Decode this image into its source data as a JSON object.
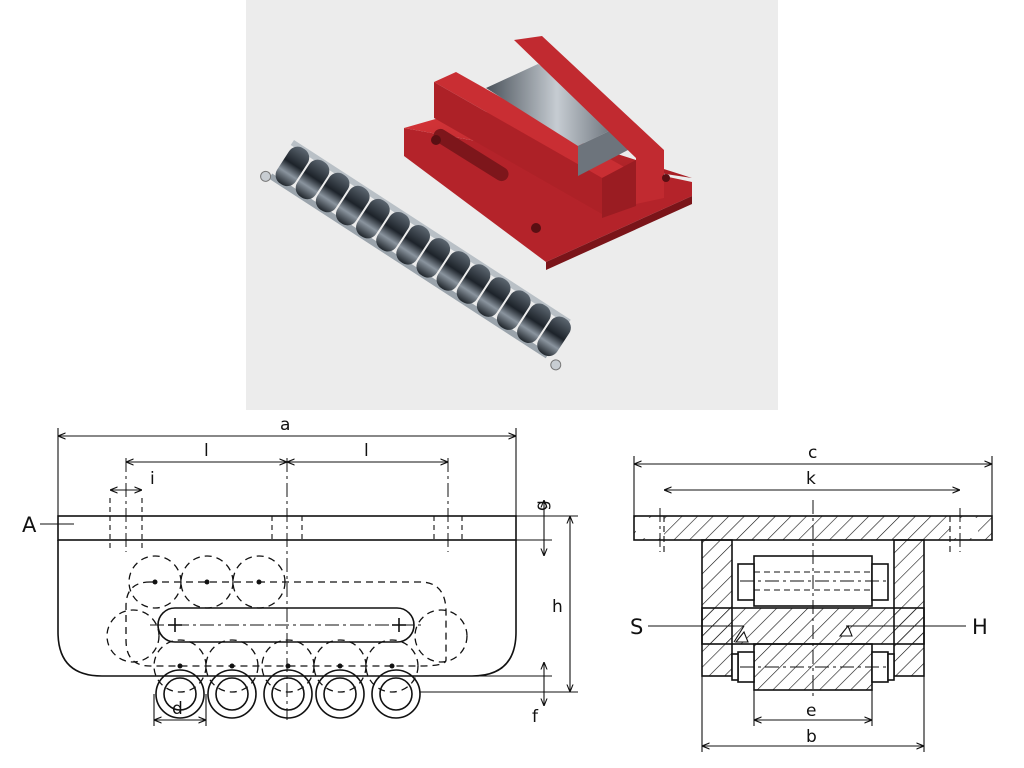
{
  "dimensions": {
    "a": "a",
    "l_left": "l",
    "l_right": "l",
    "i": "i",
    "A": "A",
    "g": "g",
    "h": "h",
    "d": "d",
    "f": "f",
    "c": "c",
    "k": "k",
    "S": "S",
    "H": "H",
    "e": "e",
    "b": "b"
  },
  "colors": {
    "housing": "#c4262b",
    "housing_dark": "#8e1a1f",
    "roller": "#2a3038",
    "steel": "#9aa3ab",
    "photo_bg": "#ececec",
    "line": "#111111"
  }
}
